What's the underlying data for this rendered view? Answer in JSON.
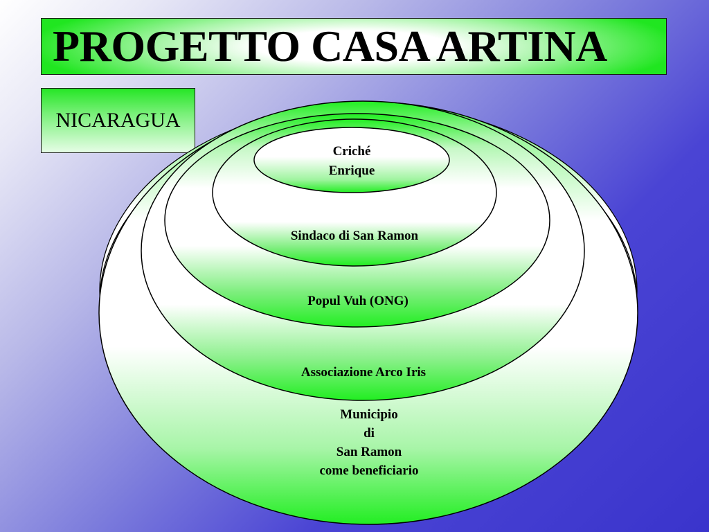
{
  "title": "PROGETTO CASA ARTINA",
  "country": "NICARAGUA",
  "rings": [
    {
      "lines": [
        "Municipio",
        "di",
        "San Ramon",
        "come beneficiario"
      ]
    },
    {
      "lines": [
        "Associazione Arco Iris"
      ]
    },
    {
      "lines": [
        "Popul Vuh (ONG)"
      ]
    },
    {
      "lines": [
        "Sindaco di San Ramon"
      ]
    },
    {
      "lines": [
        "Criché",
        "Enrique"
      ]
    }
  ],
  "colors": {
    "ring_green": "#22ee22",
    "ring_light": "#ffffff",
    "outline": "#000000"
  }
}
